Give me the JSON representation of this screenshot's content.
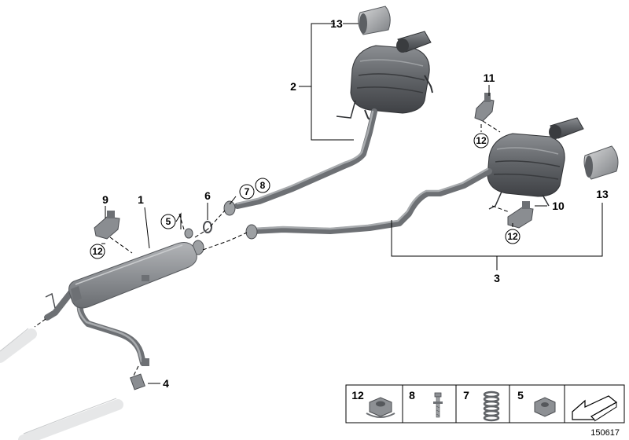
{
  "callouts": {
    "c1": "1",
    "c2": "2",
    "c3": "3",
    "c4": "4",
    "c5": "5",
    "c6": "6",
    "c7": "7",
    "c8": "8",
    "c9": "9",
    "c10": "10",
    "c11": "11",
    "c12a": "12",
    "c12b": "12",
    "c12c": "12",
    "c13a": "13",
    "c13b": "13"
  },
  "legend": {
    "items": [
      {
        "label": "12",
        "icon": "flange-nut-icon"
      },
      {
        "label": "8",
        "icon": "bolt-icon"
      },
      {
        "label": "7",
        "icon": "spring-icon"
      },
      {
        "label": "5",
        "icon": "nut-icon"
      }
    ],
    "last_icon": "arrow-indicator-icon"
  },
  "diagram_id": "150617",
  "colors": {
    "part_dark": "#4f5155",
    "part_mid": "#6d7074",
    "part_light": "#a8abae",
    "ghost": "#e6e7e8"
  }
}
